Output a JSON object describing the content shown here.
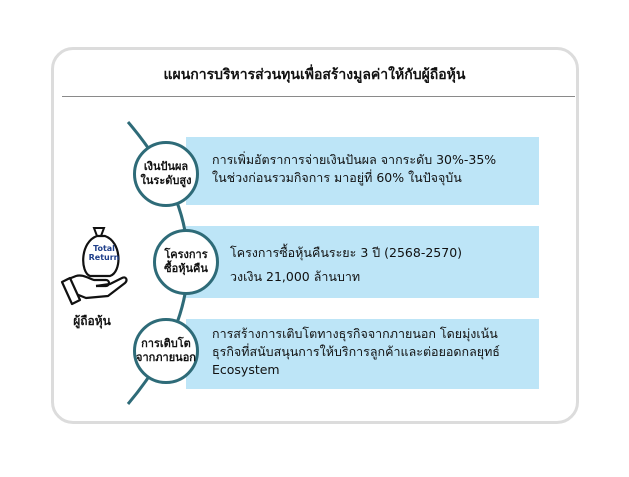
{
  "title": "แผนการบริหารส่วนทุนเพื่อสร้างมูลค่าให้กับผู้ถือหุ้น",
  "stakeholder": {
    "icon_name": "money-bag-in-hand-icon",
    "bag_line1": "Total",
    "bag_line2": "Return",
    "label": "ผู้ถือหุ้น"
  },
  "pillars": [
    {
      "label": "เงินปันผล\nในระดับสูง",
      "line1": "การเพิ่มอัตราการจ่ายเงินปันผล จากระดับ 30%-35%",
      "line2": "ในช่วงก่อนรวมกิจการ มาอยู่ที่ 60% ในปัจจุบัน",
      "line3": ""
    },
    {
      "label": "โครงการ\nซื้อหุ้นคืน",
      "line1": "โครงการซื้อหุ้นคืนระยะ 3 ปี (2568-2570)",
      "line2": "วงเงิน 21,000 ล้านบาท",
      "line3": ""
    },
    {
      "label": "การเติบโต\nจากภายนอก",
      "line1": "การสร้างการเติบโตทางธุรกิจจากภายนอก โดยมุ่งเน้น",
      "line2": "ธุรกิจที่สนับสนุนการให้บริการลูกค้าและต่อยอดกลยุทธ์",
      "line3": "Ecosystem"
    }
  ],
  "colors": {
    "band": "#bde5f7",
    "arc": "#2e6b78",
    "icon_blue": "#1f3f8a",
    "border": "#dcdcdc"
  }
}
